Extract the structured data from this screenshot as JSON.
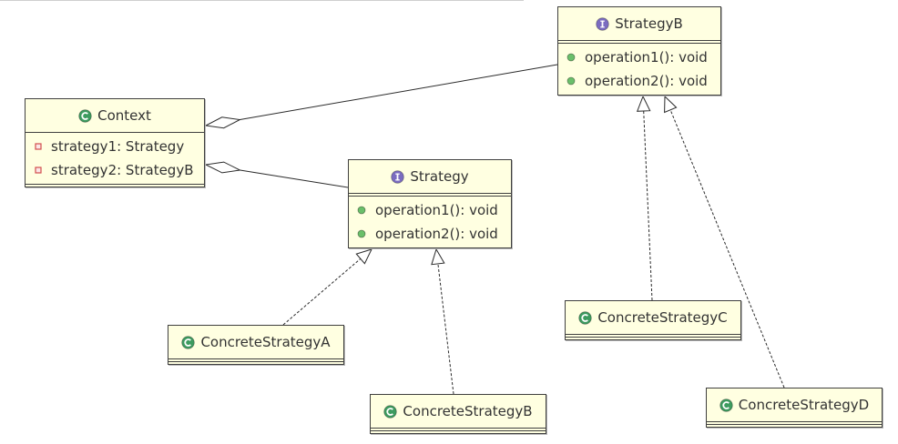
{
  "colors": {
    "canvas": "#ffffff",
    "box_fill": "#ffffe1",
    "box_border": "#3f3f3f",
    "text": "#333333",
    "line": "#2b2b2b",
    "class_icon": "#3d9b5f",
    "interface_icon": "#7b6cc0",
    "public_method_icon": "#6abf6a",
    "private_field_icon": "#d24d4d"
  },
  "classes": {
    "strategy_b": {
      "name": "StrategyB",
      "icon": "interface-icon",
      "members": [
        {
          "text": "operation1(): void",
          "icon": "public-method-icon"
        },
        {
          "text": "operation2(): void",
          "icon": "public-method-icon"
        }
      ]
    },
    "context": {
      "name": "Context",
      "icon": "class-icon",
      "members": [
        {
          "text": "strategy1: Strategy",
          "icon": "private-field-icon"
        },
        {
          "text": "strategy2: StrategyB",
          "icon": "private-field-icon"
        }
      ]
    },
    "strategy": {
      "name": "Strategy",
      "icon": "interface-icon",
      "members": [
        {
          "text": "operation1(): void",
          "icon": "public-method-icon"
        },
        {
          "text": "operation2(): void",
          "icon": "public-method-icon"
        }
      ]
    },
    "concrete_strategy_a": {
      "name": "ConcreteStrategyA",
      "icon": "class-icon",
      "members": []
    },
    "concrete_strategy_b": {
      "name": "ConcreteStrategyB",
      "icon": "class-icon",
      "members": []
    },
    "concrete_strategy_c": {
      "name": "ConcreteStrategyC",
      "icon": "class-icon",
      "members": []
    },
    "concrete_strategy_d": {
      "name": "ConcreteStrategyD",
      "icon": "class-icon",
      "members": []
    }
  }
}
